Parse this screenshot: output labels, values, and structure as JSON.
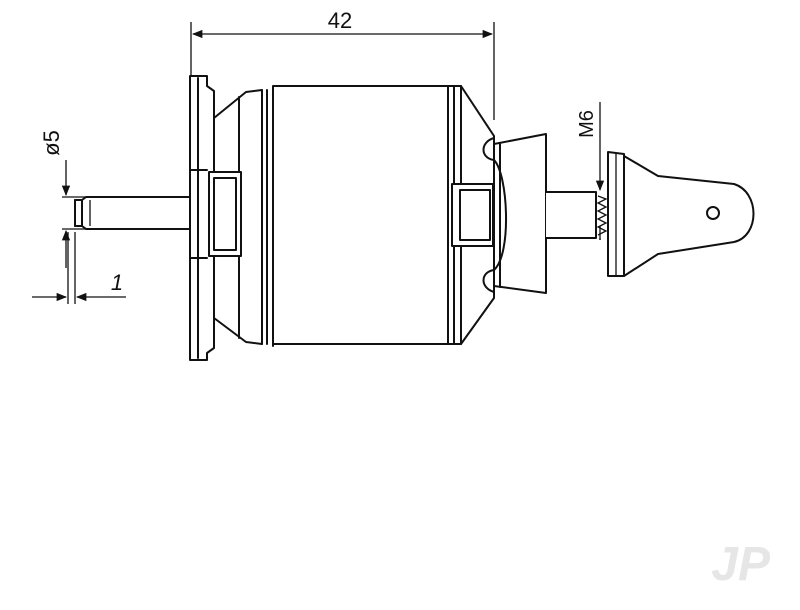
{
  "drawing": {
    "dimensions": {
      "overall_length": "42",
      "shaft_diameter": "ø5",
      "shaft_step": "1",
      "thread": "M6"
    },
    "watermark": "JP"
  },
  "colors": {
    "line": "#111111",
    "background": "#ffffff",
    "watermark": "#e6e6e6"
  }
}
